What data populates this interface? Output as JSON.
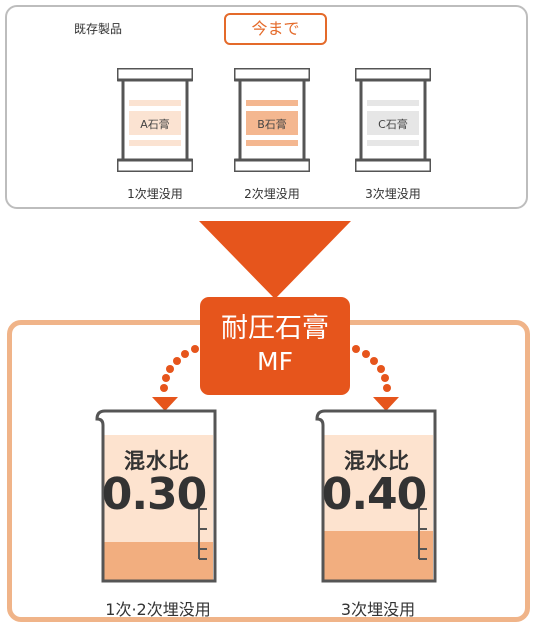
{
  "top_section": {
    "label": "既存製品",
    "badge": "今まで",
    "products": [
      {
        "name": "A石膏",
        "use": "1次埋没用",
        "band_color": "#fbe3d2"
      },
      {
        "name": "B石膏",
        "use": "2次埋没用",
        "band_color": "#f4b790"
      },
      {
        "name": "C石膏",
        "use": "3次埋没用",
        "band_color": "#e6e6e6"
      }
    ]
  },
  "arrow_color": "#e6551c",
  "product": {
    "name": "耐圧石膏",
    "sub": "MF",
    "color": "#e6551c"
  },
  "beakers": [
    {
      "title": "混水比",
      "value": "0.30",
      "use": "1次·2次埋没用",
      "fill_fraction": 0.27
    },
    {
      "title": "混水比",
      "value": "0.40",
      "use": "3次埋没用",
      "fill_fraction": 0.34
    }
  ],
  "colors": {
    "panel_border_top": "#bdbdbd",
    "panel_border_bottom": "#f0b489",
    "beaker_light": "#fde3cf",
    "beaker_dark": "#f2ae7f",
    "accent": "#e46a2a"
  }
}
